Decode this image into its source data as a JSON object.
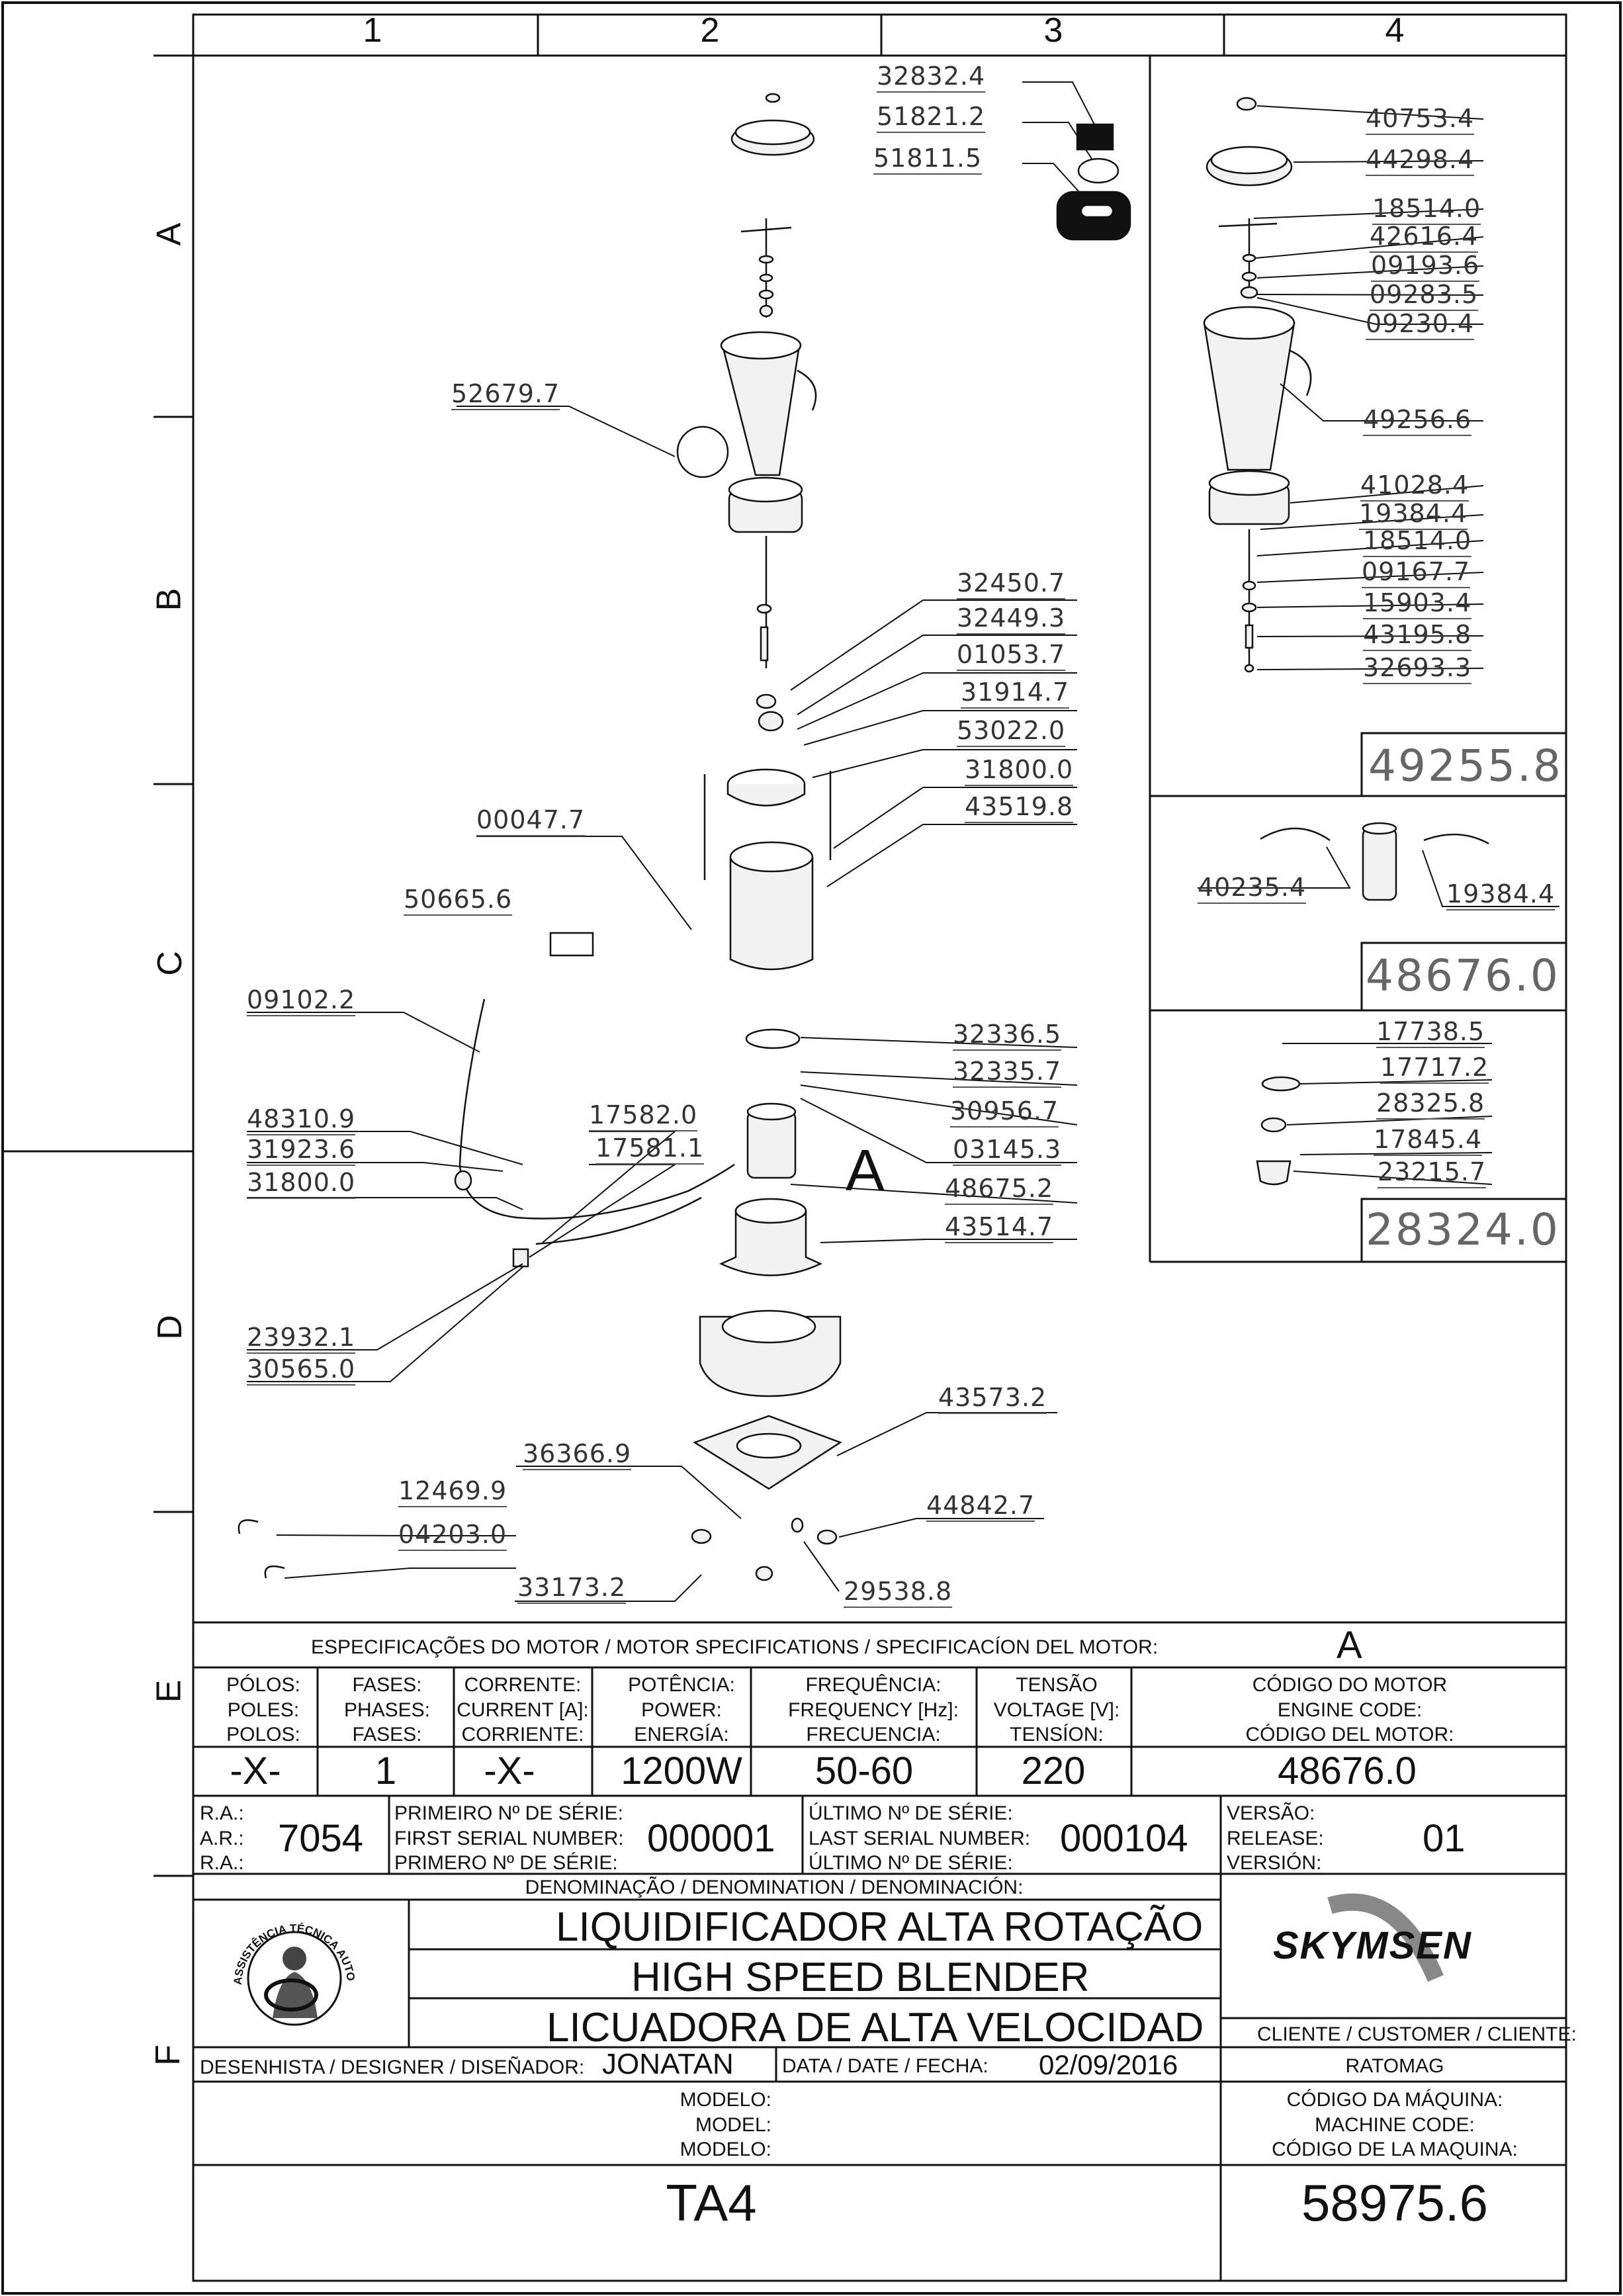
{
  "grid": {
    "columns": [
      "1",
      "2",
      "3",
      "4"
    ],
    "rows": [
      "A",
      "B",
      "C",
      "D",
      "E",
      "F"
    ]
  },
  "callouts": {
    "c32832_4": "32832.4",
    "c51821_2": "51821.2",
    "c51811_5": "51811.5",
    "c52679_7": "52679.7",
    "c32450_7": "32450.7",
    "c32449_3": "32449.3",
    "c01053_7": "01053.7",
    "c31914_7": "31914.7",
    "c53022_0": "53022.0",
    "c31800_0a": "31800.0",
    "c43519_8": "43519.8",
    "c00047_7": "00047.7",
    "c50665_6": "50665.6",
    "c09102_2": "09102.2",
    "c48310_9": "48310.9",
    "c31923_6": "31923.6",
    "c31800_0b": "31800.0",
    "c17582_0": "17582.0",
    "c17581_1": "17581.1",
    "c32336_5": "32336.5",
    "c32335_7": "32335.7",
    "c30956_7": "30956.7",
    "c03145_3": "03145.3",
    "c48675_2": "48675.2",
    "c43514_7": "43514.7",
    "c23932_1": "23932.1",
    "c30565_0": "30565.0",
    "c43573_2": "43573.2",
    "c36366_9": "36366.9",
    "c12469_9": "12469.9",
    "c04203_0": "04203.0",
    "c44842_7": "44842.7",
    "c33173_2": "33173.2",
    "c29538_8": "29538.8",
    "c40753_4": "40753.4",
    "c44298_4": "44298.4",
    "c18514_0a": "18514.0",
    "c42616_4": "42616.4",
    "c09193_6": "09193.6",
    "c09283_5": "09283.5",
    "c09230_4": "09230.4",
    "c49256_6": "49256.6",
    "c41028_4": "41028.4",
    "c19384_4a": "19384.4",
    "c18514_0b": "18514.0",
    "c09167_7": "09167.7",
    "c15903_4": "15903.4",
    "c43195_8": "43195.8",
    "c32693_3": "32693.3",
    "c40235_4": "40235.4",
    "c19384_4b": "19384.4",
    "c17738_5": "17738.5",
    "c17717_2": "17717.2",
    "c28325_8": "28325.8",
    "c17845_4": "17845.4",
    "c23215_7": "23215.7",
    "detail_letter": "A"
  },
  "assemblies": {
    "a1": "49255.8",
    "a2": "48676.0",
    "a3": "28324.0"
  },
  "motor_specs": {
    "title": "ESPECIFICAÇÕES DO MOTOR / MOTOR SPECIFICATIONS / SPECIFICACÍON DEL MOTOR:",
    "title_value": "A",
    "headers": [
      [
        "PÓLOS:",
        "POLES:",
        "POLOS:"
      ],
      [
        "FASES:",
        "PHASES:",
        "FASES:"
      ],
      [
        "CORRENTE:",
        "CURRENT [A]:",
        "CORRIENTE:"
      ],
      [
        "POTÊNCIA:",
        "POWER:",
        "ENERGÍA:"
      ],
      [
        "FREQUÊNCIA:",
        "FREQUENCY [Hz]:",
        "FRECUENCIA:"
      ],
      [
        "TENSÃO",
        "VOLTAGE [V]:",
        "TENSÍON:"
      ],
      [
        "CÓDIGO DO MOTOR",
        "ENGINE CODE:",
        "CÓDIGO DEL MOTOR:"
      ]
    ],
    "values": [
      "-X-",
      "1",
      "-X-",
      "1200W",
      "50-60",
      "220",
      "48676.0"
    ]
  },
  "serial": {
    "ra_labels": [
      "R.A.:",
      "A.R.:",
      "R.A.:"
    ],
    "ra_value": "7054",
    "first_labels": [
      "PRIMEIRO Nº DE SÉRIE:",
      "FIRST SERIAL NUMBER:",
      "PRIMERO Nº DE SÉRIE:"
    ],
    "first_value": "000001",
    "last_labels": [
      "ÚLTIMO Nº DE SÉRIE:",
      "LAST SERIAL NUMBER:",
      "ÚLTIMO Nº DE SÉRIE:"
    ],
    "last_value": "000104",
    "version_labels": [
      "VERSÃO:",
      "RELEASE:",
      "VERSIÓN:"
    ],
    "version_value": "01"
  },
  "denomination": {
    "label": "DENOMINAÇÃO / DENOMINATION / DENOMINACIÓN:",
    "pt": "LIQUIDIFICADOR ALTA ROTAÇÃO",
    "en": "HIGH SPEED  BLENDER",
    "es": "LICUADORA DE ALTA VELOCIDAD"
  },
  "seal_text": "ASSISTÊNCIA TÉCNICA AUTORIZADA",
  "brand": "SKYMSEN",
  "client": {
    "label": "CLIENTE / CUSTOMER / CLIENTE:",
    "value": "RATOMAG"
  },
  "designer": {
    "label": "DESENHISTA / DESIGNER / DISEÑADOR:",
    "value": "JONATAN"
  },
  "date": {
    "label": "DATA / DATE / FECHA:",
    "value": "02/09/2016"
  },
  "model": {
    "labels": [
      "MODELO:",
      "MODEL:",
      "MODELO:"
    ],
    "value": "TA4"
  },
  "machine_code": {
    "labels": [
      "CÓDIGO DA MÁQUINA:",
      "MACHINE CODE:",
      "CÓDIGO DE LA MAQUINA:"
    ],
    "value": "58975.6"
  },
  "colors": {
    "ink": "#111111",
    "leader": "#222222",
    "part_fill": "#f2f2f2",
    "grey_text": "#666666"
  }
}
